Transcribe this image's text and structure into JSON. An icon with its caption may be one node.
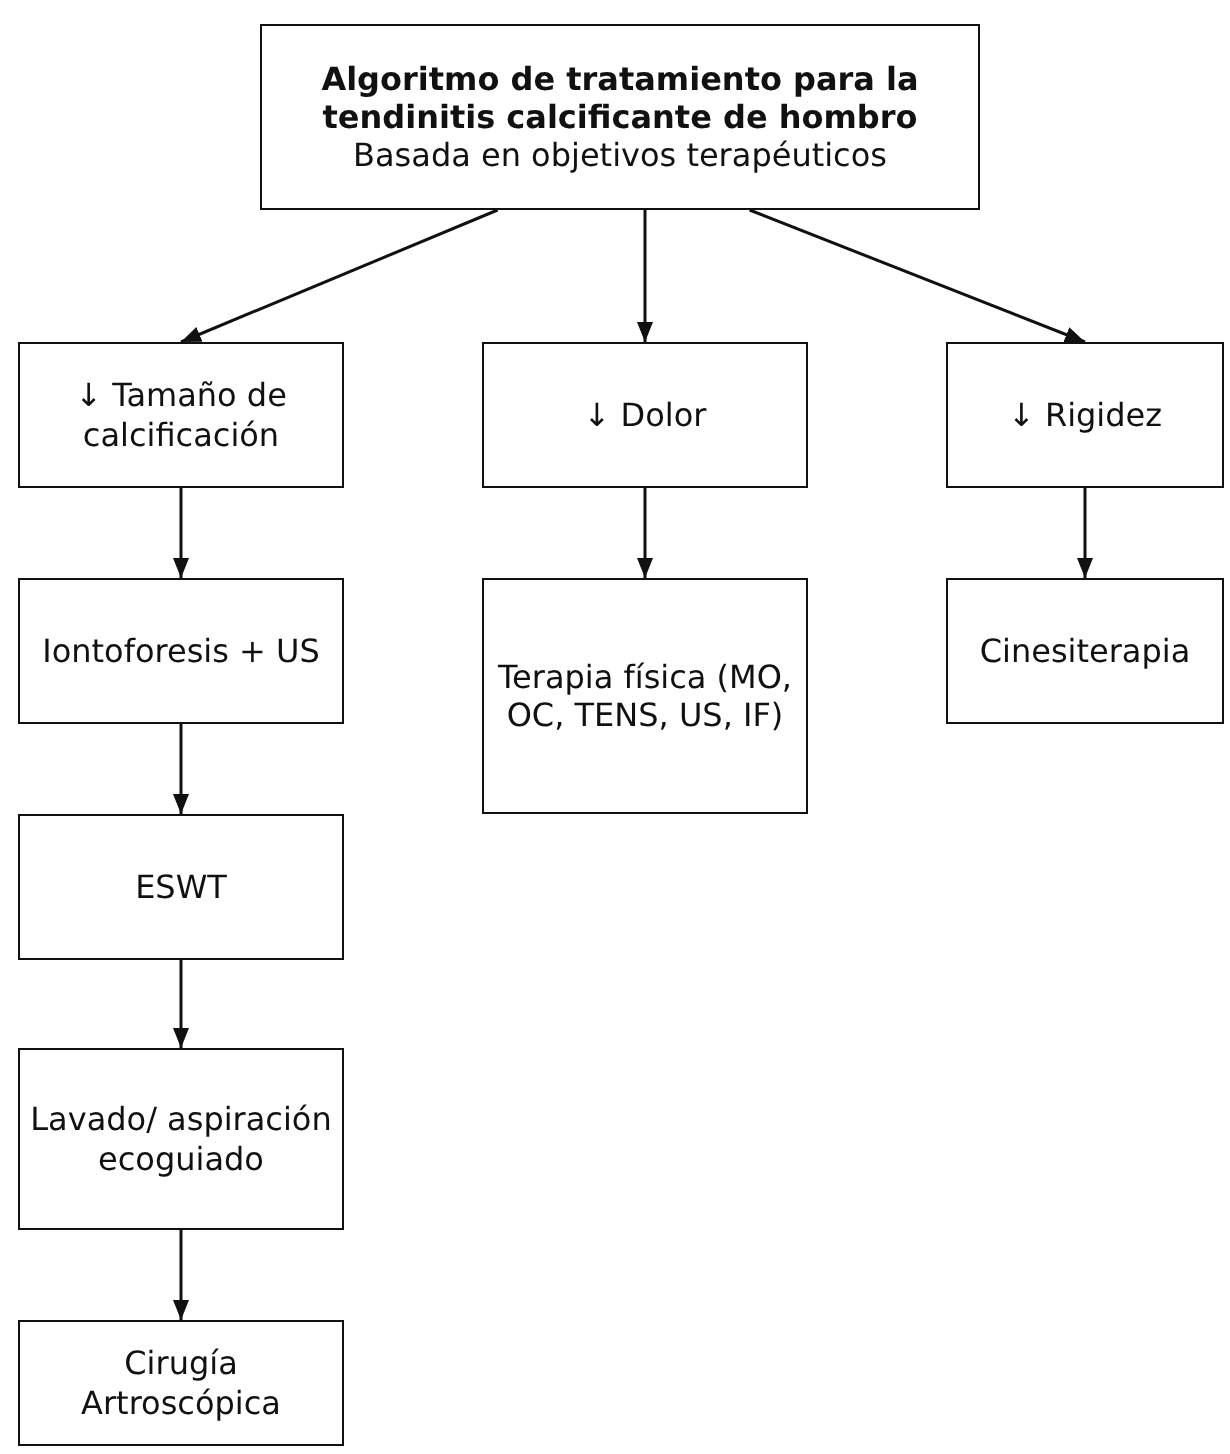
{
  "diagram": {
    "nodes": [
      {
        "text": [
          "Algoritmo de tratamiento para la tendinitis calcificante de hombro",
          "Basada en objetivos terapéuticos"
        ]
      },
      {
        "text": [
          "↓ Tamaño de calcificación"
        ]
      },
      {
        "text": [
          "↓ Dolor"
        ]
      },
      {
        "text": [
          "↓ Rigidez"
        ]
      },
      {
        "text": [
          "Iontoforesis + US"
        ]
      },
      {
        "text": [
          "Terapia física (MO, OC, TENS, US, IF)"
        ]
      },
      {
        "text": [
          "Cinesiterapia"
        ]
      },
      {
        "text": [
          "ESWT"
        ]
      },
      {
        "text": [
          "Lavado/ aspiración ecoguiado"
        ]
      },
      {
        "text": [
          "Cirugía Artroscópica"
        ]
      }
    ],
    "edges": [
      {
        "from": 0,
        "to": 1,
        "arrow": "to"
      },
      {
        "from": 0,
        "to": 2,
        "arrow": "to"
      },
      {
        "from": 0,
        "to": 3,
        "arrow": "to"
      },
      {
        "from": 1,
        "to": 4,
        "arrow": "to"
      },
      {
        "from": 2,
        "to": 5,
        "arrow": "to"
      },
      {
        "from": 3,
        "to": 6,
        "arrow": "to"
      },
      {
        "from": 4,
        "to": 7,
        "arrow": "to"
      },
      {
        "from": 7,
        "to": 8,
        "arrow": "to"
      },
      {
        "from": 8,
        "to": 9,
        "arrow": "to"
      }
    ]
  }
}
